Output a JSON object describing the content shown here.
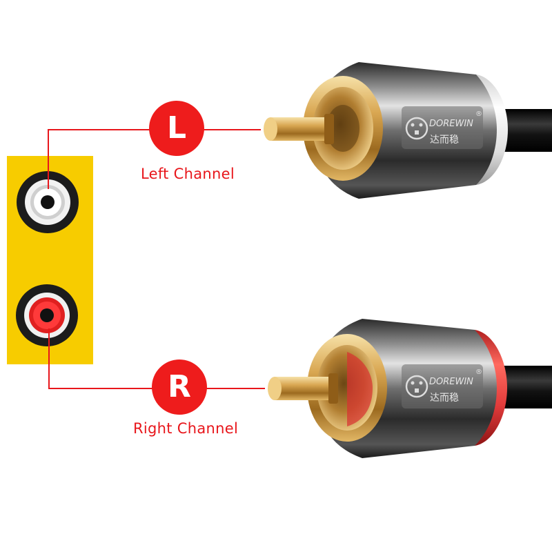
{
  "left_channel": {
    "badge_letter": "L",
    "label": "Left Channel",
    "connector_collar_color": "#e8e8e8"
  },
  "right_channel": {
    "badge_letter": "R",
    "label": "Right Channel",
    "connector_collar_color": "#e23b3b"
  },
  "jack_panel": {
    "panel_color": "#f7cc00",
    "top_jack_color": "#f2f2f2",
    "bottom_jack_color": "#e02020"
  },
  "colors": {
    "accent_red": "#e8161b",
    "badge_red": "#ee1c1c",
    "cable_black": "#111111",
    "gold": "#c9963a"
  },
  "brand": {
    "logo_text": "DOREWIN",
    "logo_subtext": "达而稳",
    "registered_mark": "®"
  }
}
